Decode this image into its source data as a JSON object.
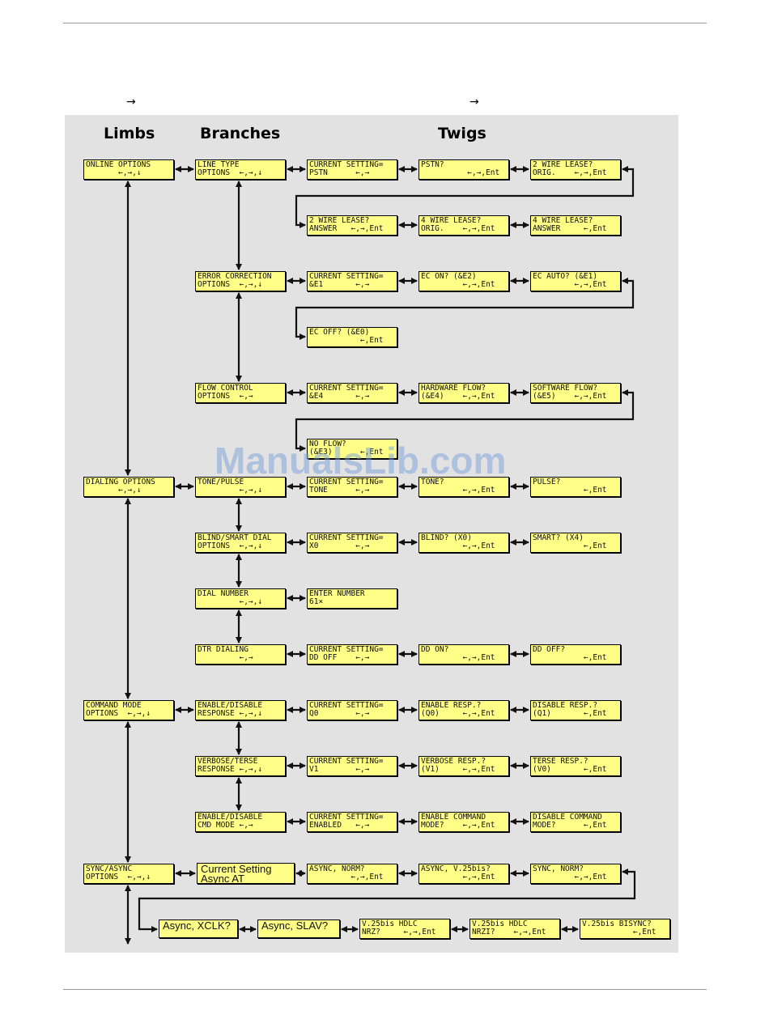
{
  "header": {
    "arrow_left": "→",
    "arrow_right": "→"
  },
  "headings": [
    "Limbs",
    "Branches",
    "Twigs"
  ],
  "watermark": "ManualsLib.com",
  "boxes": [
    {
      "name": "limb-online-options",
      "l1": "ONLINE OPTIONS",
      "l2": "       ←,→,↓"
    },
    {
      "name": "branch-line-type",
      "l1": "LINE TYPE",
      "l2": "OPTIONS  ←,→,↓"
    },
    {
      "name": "twig-current-setting-pstn",
      "l1": "CURRENT SETTING=",
      "l2": "PSTN      ←,→"
    },
    {
      "name": "twig-pstn",
      "l1": "PSTN?",
      "l2": "          ←,→,Ent"
    },
    {
      "name": "twig-2-wire-lease-orig",
      "l1": "2 WIRE LEASE?",
      "l2": "ORIG.    ←,→,Ent"
    },
    {
      "name": "twig-2-wire-lease-answer",
      "l1": "2 WIRE LEASE?",
      "l2": "ANSWER   ←,→,Ent"
    },
    {
      "name": "twig-4-wire-lease-orig",
      "l1": "4 WIRE LEASE?",
      "l2": "ORIG.    ←,→,Ent"
    },
    {
      "name": "twig-4-wire-lease-answer",
      "l1": "4 WIRE LEASE?",
      "l2": "ANSWER     ←,Ent"
    },
    {
      "name": "branch-error-correction",
      "l1": "ERROR CORRECTION",
      "l2": "OPTIONS  ←,→,↓"
    },
    {
      "name": "twig-current-setting-e1",
      "l1": "CURRENT SETTING=",
      "l2": "&E1       ←,→"
    },
    {
      "name": "twig-ec-on",
      "l1": "EC ON? (&E2)",
      "l2": "         ←,→,Ent"
    },
    {
      "name": "twig-ec-auto",
      "l1": "EC AUTO? (&E1)",
      "l2": "         ←,→,Ent"
    },
    {
      "name": "twig-ec-off",
      "l1": "EC OFF? (&E0)",
      "l2": "           ←,Ent"
    },
    {
      "name": "branch-flow-control",
      "l1": "FLOW CONTROL",
      "l2": "OPTIONS  ←,→"
    },
    {
      "name": "twig-current-setting-e4",
      "l1": "CURRENT SETTING=",
      "l2": "&E4       ←,→"
    },
    {
      "name": "twig-hardware-flow",
      "l1": "HARDWARE FLOW?",
      "l2": "(&E4)    ←,→,Ent"
    },
    {
      "name": "twig-software-flow",
      "l1": "SOFTWARE FLOW?",
      "l2": "(&E5)    ←,→,Ent"
    },
    {
      "name": "twig-no-flow",
      "l1": "NO FLOW?",
      "l2": "(&E3)      ←,Ent"
    },
    {
      "name": "limb-dialing-options",
      "l1": "DIALING OPTIONS",
      "l2": "       ←,→,↓"
    },
    {
      "name": "branch-tone-pulse",
      "l1": "TONE/PULSE",
      "l2": "         ←,→,↓"
    },
    {
      "name": "twig-current-setting-tone",
      "l1": "CURRENT SETTING=",
      "l2": "TONE      ←,→"
    },
    {
      "name": "twig-tone",
      "l1": "TONE?",
      "l2": "         ←,→,Ent"
    },
    {
      "name": "twig-pulse",
      "l1": "PULSE?",
      "l2": "           ←,Ent"
    },
    {
      "name": "branch-blind-smart-dial",
      "l1": "BLIND/SMART DIAL",
      "l2": "OPTIONS  ←,→,↓"
    },
    {
      "name": "twig-current-setting-x0",
      "l1": "CURRENT SETTING=",
      "l2": "X0        ←,→"
    },
    {
      "name": "twig-blind",
      "l1": "BLIND? (X0)",
      "l2": "         ←,→,Ent"
    },
    {
      "name": "twig-smart",
      "l1": "SMART? (X4)",
      "l2": "           ←,Ent"
    },
    {
      "name": "branch-dial-number",
      "l1": "DIAL NUMBER",
      "l2": "         ←,→,↓"
    },
    {
      "name": "twig-enter-number",
      "l1": "ENTER NUMBER",
      "l2": "61×"
    },
    {
      "name": "branch-dtr-dialing",
      "l1": "DTR DIALING",
      "l2": "         ←,→"
    },
    {
      "name": "twig-current-setting-dd-off",
      "l1": "CURRENT SETTING=",
      "l2": "DD OFF    ←,→"
    },
    {
      "name": "twig-dd-on",
      "l1": "DD ON?",
      "l2": "         ←,→,Ent"
    },
    {
      "name": "twig-dd-off",
      "l1": "DD OFF?",
      "l2": "           ←,Ent"
    },
    {
      "name": "limb-command-mode-options",
      "l1": "COMMAND MODE",
      "l2": "OPTIONS  ←,→,↓"
    },
    {
      "name": "branch-enable-disable-response",
      "l1": "ENABLE/DISABLE",
      "l2": "RESPONSE ←,→,↓"
    },
    {
      "name": "twig-current-setting-q0",
      "l1": "CURRENT SETTING=",
      "l2": "Q0        ←,→"
    },
    {
      "name": "twig-enable-resp",
      "l1": "ENABLE RESP.?",
      "l2": "(Q0)     ←,→,Ent"
    },
    {
      "name": "twig-disable-resp",
      "l1": "DISABLE RESP.?",
      "l2": "(Q1)       ←,Ent"
    },
    {
      "name": "branch-verbose-terse",
      "l1": "VERBOSE/TERSE",
      "l2": "RESPONSE ←,→,↓"
    },
    {
      "name": "twig-current-setting-v1",
      "l1": "CURRENT SETTING=",
      "l2": "V1        ←,→"
    },
    {
      "name": "twig-verbose-resp",
      "l1": "VERBOSE RESP.?",
      "l2": "(V1)     ←,→,Ent"
    },
    {
      "name": "twig-terse-resp",
      "l1": "TERSE RESP.?",
      "l2": "(V0)       ←,Ent"
    },
    {
      "name": "branch-enable-disable-cmd",
      "l1": "ENABLE/DISABLE",
      "l2": "CMD MODE ←,→"
    },
    {
      "name": "twig-current-setting-enabled",
      "l1": "CURRENT SETTING=",
      "l2": "ENABLED   ←,→"
    },
    {
      "name": "twig-enable-command",
      "l1": "ENABLE COMMAND",
      "l2": "MODE?    ←,→,Ent"
    },
    {
      "name": "twig-disable-command",
      "l1": "DISABLE COMMAND",
      "l2": "MODE?      ←,Ent"
    },
    {
      "name": "limb-sync-async-options",
      "l1": "SYNC/ASYNC",
      "l2": "OPTIONS  ←,→,↓"
    },
    {
      "name": "branch-current-setting-async-at",
      "l1": "Current Setting",
      "l2": "Async AT"
    },
    {
      "name": "twig-async-norm",
      "l1": "ASYNC, NORM?",
      "l2": "         ←,→,Ent"
    },
    {
      "name": "twig-async-v25bis",
      "l1": "ASYNC, V.25bis?",
      "l2": "         ←,→,Ent"
    },
    {
      "name": "twig-sync-norm",
      "l1": "SYNC, NORM?",
      "l2": "         ←,→,Ent"
    },
    {
      "name": "twig-async-xclk",
      "l1": "Async, XCLK?",
      "l2": ""
    },
    {
      "name": "twig-async-slav",
      "l1": "Async, SLAV?",
      "l2": ""
    },
    {
      "name": "twig-v25bis-hdlc-nrz",
      "l1": "V.25bis HDLC",
      "l2": "NRZ?     ←,→,Ent"
    },
    {
      "name": "twig-v25bis-hdlc-nrzi",
      "l1": "V.25bis HDLC",
      "l2": "NRZI?    ←,→,Ent"
    },
    {
      "name": "twig-v25bis-bisync",
      "l1": "V.25bis BISYNC?",
      "l2": "           ←,Ent"
    }
  ]
}
